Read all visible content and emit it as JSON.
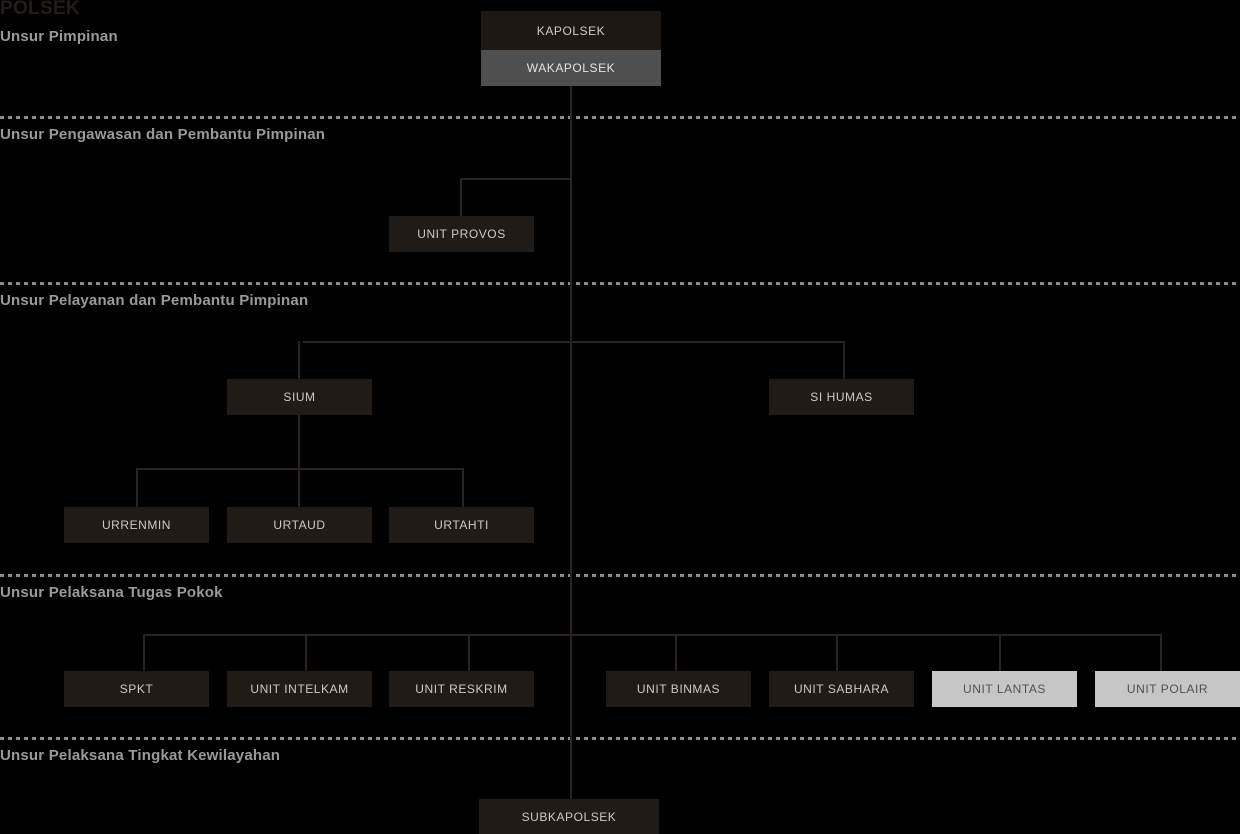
{
  "org_title": "POLSEK",
  "colors": {
    "background": "#000000",
    "box_dark": "#211b17",
    "box_gray": "#4f4f4f",
    "box_light": "#c6c6c6",
    "line": "#2a221d",
    "section_label": "#9a9a9a",
    "title": "#231d19"
  },
  "sections": [
    {
      "label": "Unsur Pimpinan"
    },
    {
      "label": "Unsur Pengawasan dan Pembantu Pimpinan"
    },
    {
      "label": "Unsur Pelayanan dan Pembantu Pimpinan"
    },
    {
      "label": "Unsur Pelaksana Tugas Pokok"
    },
    {
      "label": "Unsur Pelaksana Tingkat Kewilayahan"
    }
  ],
  "nodes": {
    "kapolsek": "KAPOLSEK",
    "wakapolsek": "WAKAPOLSEK",
    "unit_provos": "UNIT PROVOS",
    "sium": "SIUM",
    "si_humas": "SI HUMAS",
    "urrenmin": "URRENMIN",
    "urtaud": "URTAUD",
    "urtahti": "URTAHTI",
    "spkt": "SPKT",
    "unit_intelkam": "UNIT INTELKAM",
    "unit_reskrim": "UNIT RESKRIM",
    "unit_binmas": "UNIT BINMAS",
    "unit_sabhara": "UNIT SABHARA",
    "unit_lantas": "UNIT LANTAS",
    "unit_polair": "UNIT POLAIR",
    "subkapolsek": "SUBKAPOLSEK"
  }
}
